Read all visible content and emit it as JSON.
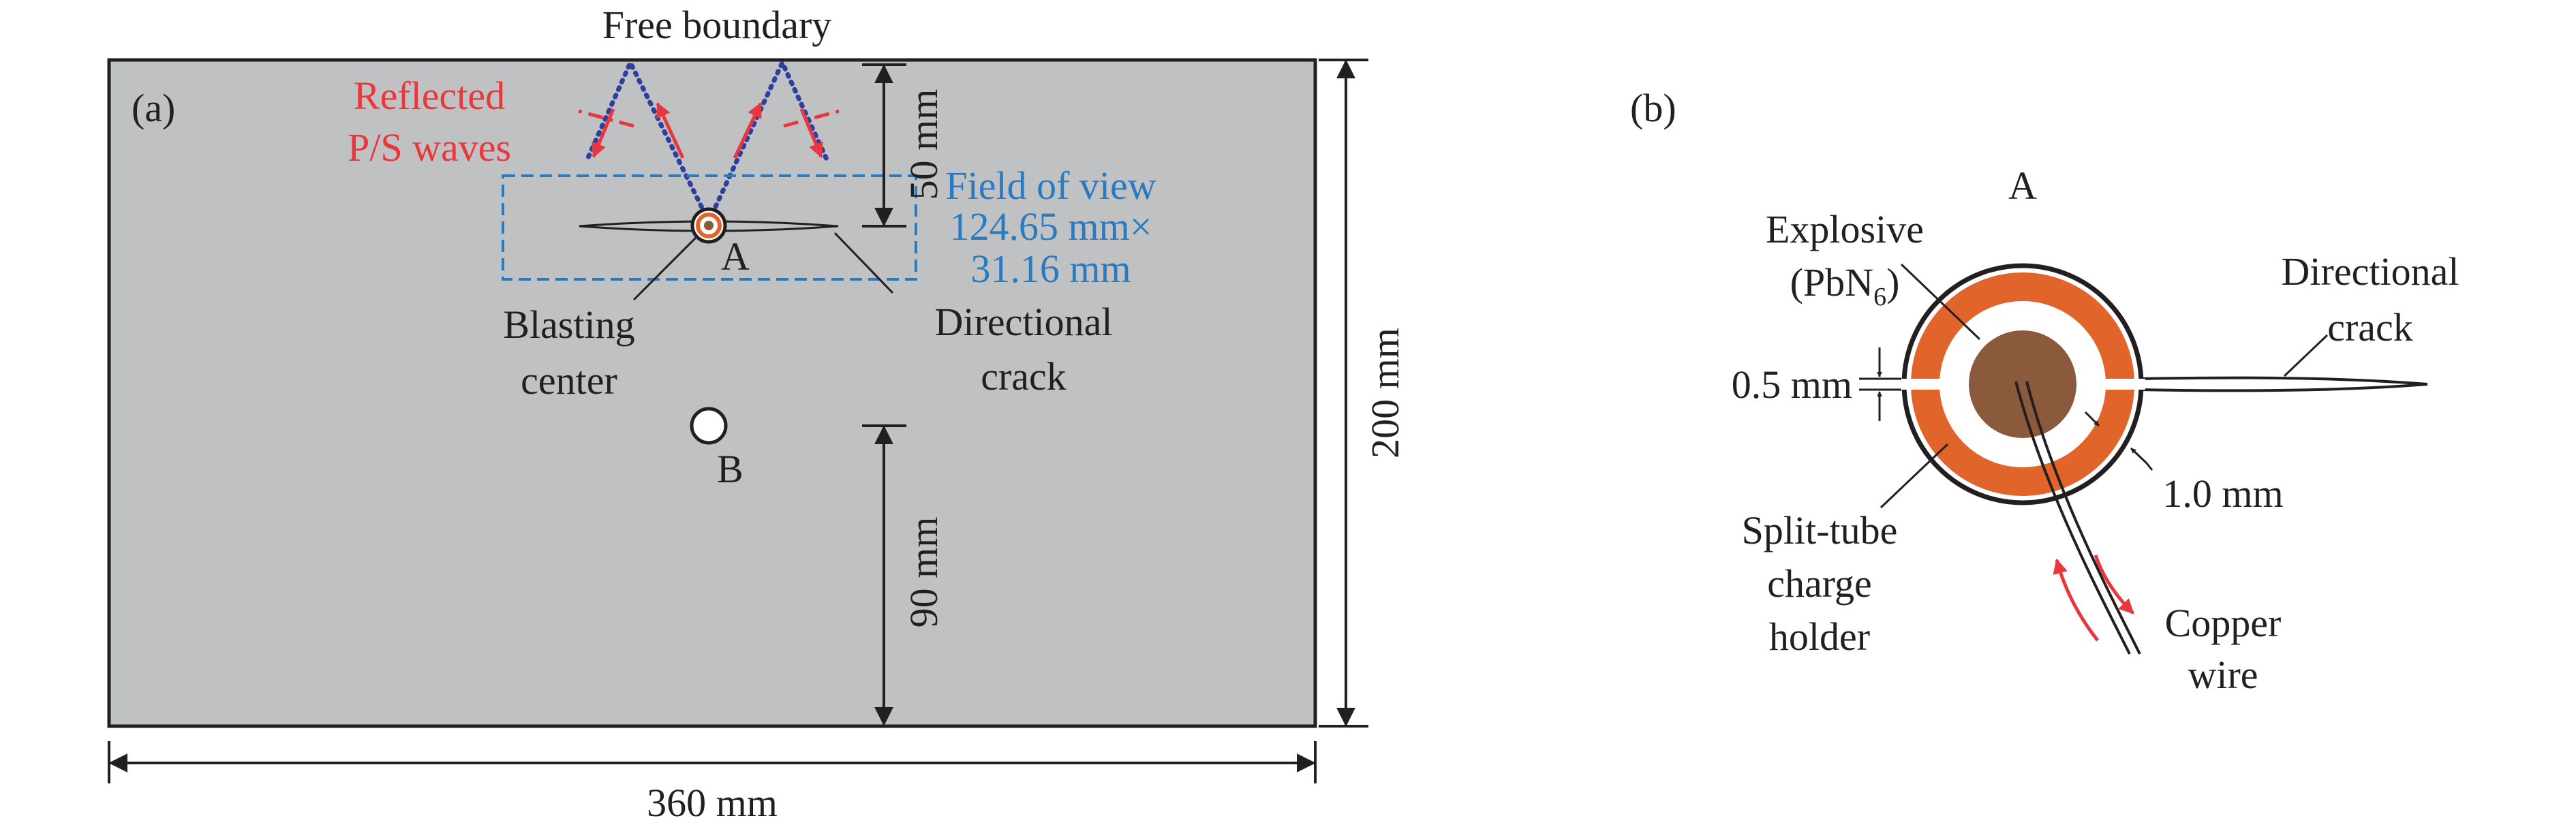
{
  "panel_a": {
    "label": "(a)",
    "free_boundary": "Free boundary",
    "reflected_line1": "Reflected",
    "reflected_line2": "P/S waves",
    "field_of_view_line1": "Field of view",
    "field_of_view_line2": "124.65 mm×",
    "field_of_view_line3": "31.16 mm",
    "dim_50": "50 mm",
    "dim_90": "90 mm",
    "dim_200": "200 mm",
    "dim_360": "360 mm",
    "point_a": "A",
    "point_b": "B",
    "blasting_line1": "Blasting",
    "blasting_line2": "center",
    "directional_line1": "Directional",
    "directional_line2": "crack"
  },
  "panel_b": {
    "label": "(b)",
    "point_a": "A",
    "explosive_line1": "Explosive",
    "explosive_prefix": "(PbN",
    "explosive_sub": "6",
    "explosive_suffix": ")",
    "dim_05": "0.5 mm",
    "dim_10": "1.0 mm",
    "split_line1": "Split-tube",
    "split_line2": "charge",
    "split_line3": "holder",
    "directional_line1": "Directional",
    "directional_line2": "crack",
    "copper_line1": "Copper",
    "copper_line2": "wire"
  },
  "colors": {
    "specimen": "#c0c1c3",
    "wave_red": "#e8383d",
    "fov_blue": "#2a7ac0",
    "ray_blue": "#2f3fa0",
    "holder_orange": "#e1652b",
    "explosive_brown": "#8b5a3c"
  }
}
